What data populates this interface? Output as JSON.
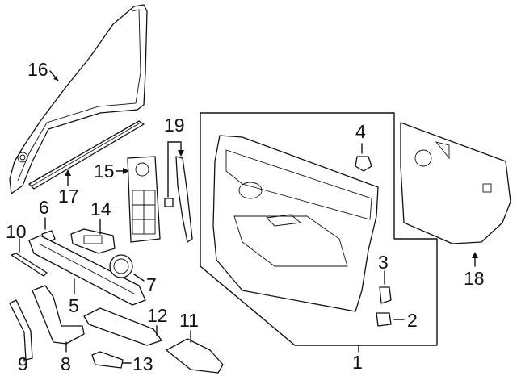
{
  "diagram": {
    "labels": {
      "c1": "1",
      "c2": "2",
      "c3": "3",
      "c4": "4",
      "c5": "5",
      "c6": "6",
      "c7": "7",
      "c8": "8",
      "c9": "9",
      "c10": "10",
      "c11": "11",
      "c12": "12",
      "c13": "13",
      "c14": "14",
      "c15": "15",
      "c16": "16",
      "c17": "17",
      "c18": "18",
      "c19": "19"
    }
  }
}
